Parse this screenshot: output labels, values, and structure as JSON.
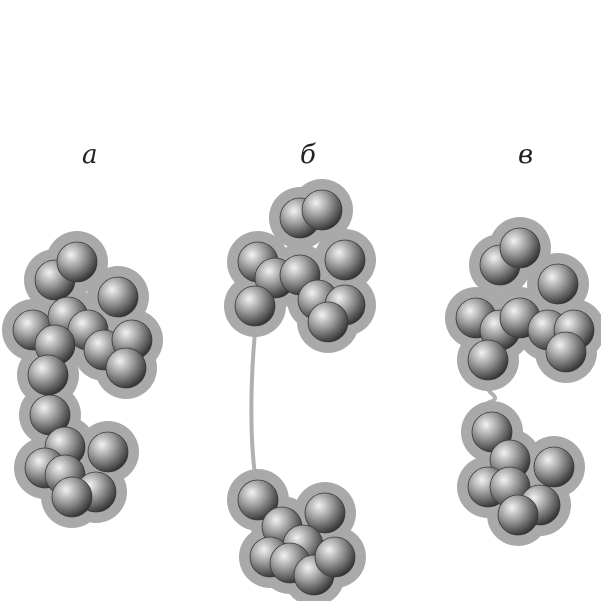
{
  "labels": {
    "a": "а",
    "b": "б",
    "c": "в"
  },
  "colors": {
    "halo": "#a9a9a9",
    "sphere_light": "#f2f2f2",
    "sphere_mid": "#9a9a9a",
    "sphere_dark": "#2a2a2a",
    "tether": "#b0b0b0"
  }
}
